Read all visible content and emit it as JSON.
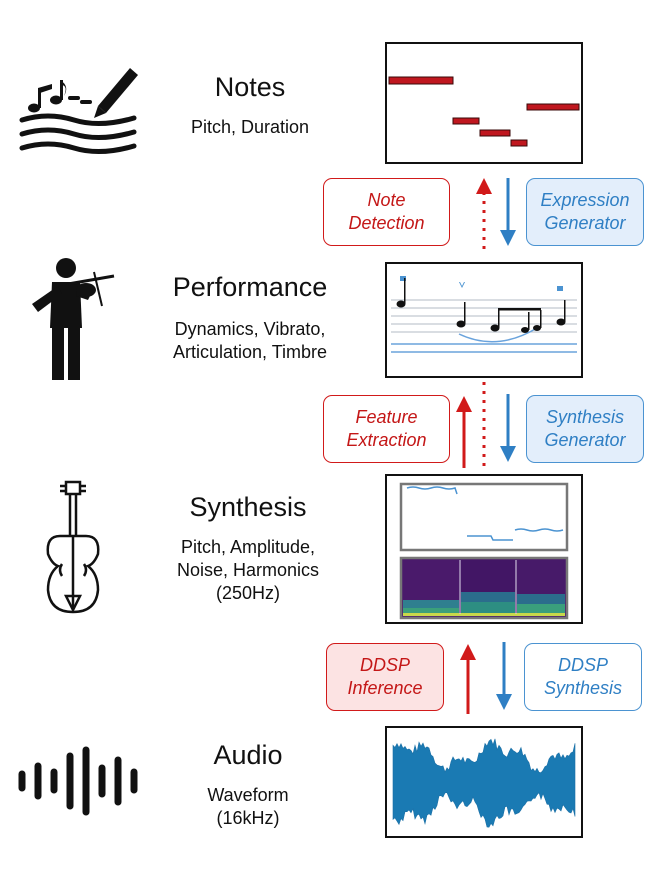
{
  "stages": [
    {
      "id": "notes",
      "title": "Notes",
      "subtitle": [
        "Pitch, Duration"
      ]
    },
    {
      "id": "performance",
      "title": "Performance",
      "subtitle": [
        "Dynamics, Vibrato,",
        "Articulation, Timbre"
      ]
    },
    {
      "id": "synthesis",
      "title": "Synthesis",
      "subtitle": [
        "Pitch, Amplitude,",
        "Noise, Harmonics",
        "(250Hz)"
      ]
    },
    {
      "id": "audio",
      "title": "Audio",
      "subtitle": [
        "Waveform",
        "(16kHz)"
      ]
    }
  ],
  "transitions": [
    {
      "up": [
        "Note",
        "Detection"
      ],
      "down": [
        "Expression",
        "Generator"
      ]
    },
    {
      "up": [
        "Feature",
        "Extraction"
      ],
      "down": [
        "Synthesis",
        "Generator"
      ]
    },
    {
      "up": [
        "DDSP",
        "Inference"
      ],
      "down": [
        "DDSP",
        "Synthesis"
      ]
    }
  ],
  "colors": {
    "up": "#d11a1a",
    "down": "#2f7fc4",
    "piano_roll": "#c0171f",
    "heatmap_bg": "#4a1a6b"
  },
  "icons": [
    "music-writing-icon",
    "violinist-icon",
    "violin-icon",
    "sound-wave-icon"
  ]
}
